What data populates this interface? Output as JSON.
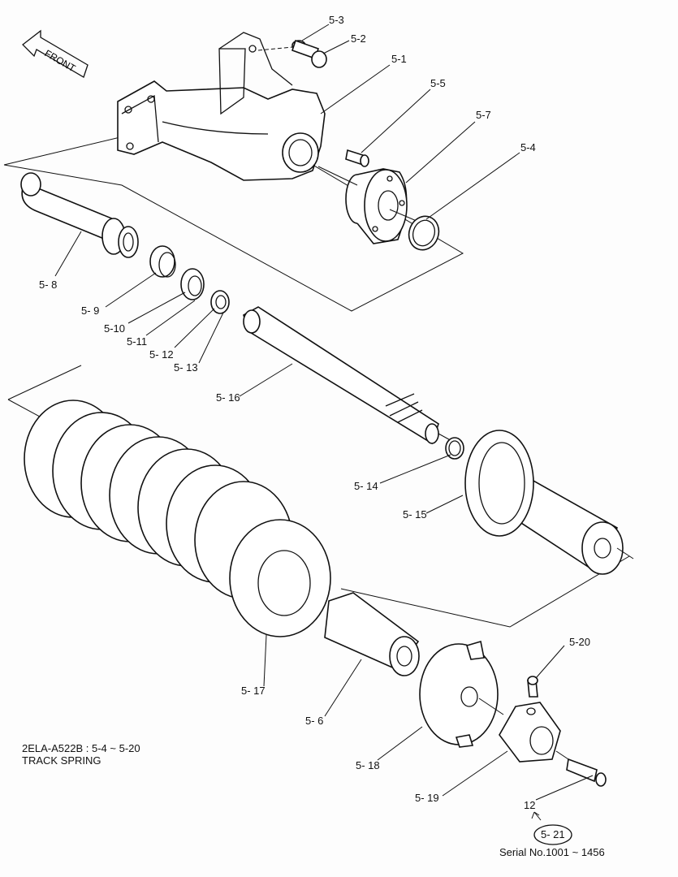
{
  "direction_label": "FRONT",
  "callouts": [
    {
      "id": "c5-3",
      "text": "5-3"
    },
    {
      "id": "c5-2",
      "text": "5-2"
    },
    {
      "id": "c5-1",
      "text": "5-1"
    },
    {
      "id": "c5-5",
      "text": "5-5"
    },
    {
      "id": "c5-7",
      "text": "5-7"
    },
    {
      "id": "c5-4",
      "text": "5-4"
    },
    {
      "id": "c5-8",
      "text": "5- 8"
    },
    {
      "id": "c5-9",
      "text": "5- 9"
    },
    {
      "id": "c5-10",
      "text": "5-10"
    },
    {
      "id": "c5-11",
      "text": "5-11"
    },
    {
      "id": "c5-12",
      "text": "5- 12"
    },
    {
      "id": "c5-13",
      "text": "5- 13"
    },
    {
      "id": "c5-16",
      "text": "5- 16"
    },
    {
      "id": "c5-14",
      "text": "5- 14"
    },
    {
      "id": "c5-15",
      "text": "5- 15"
    },
    {
      "id": "c5-17",
      "text": "5- 17"
    },
    {
      "id": "c5-6",
      "text": "5- 6"
    },
    {
      "id": "c5-20",
      "text": "5-20"
    },
    {
      "id": "c5-18",
      "text": "5- 18"
    },
    {
      "id": "c5-19",
      "text": "5- 19"
    },
    {
      "id": "c12",
      "text": "12"
    }
  ],
  "assembly_note": {
    "line1": "2ELA-A522B : 5-4 ~ 5-20",
    "line2": "TRACK SPRING"
  },
  "group_badge": "5- 21",
  "serial_note": "Serial No.1001 ~ 1456"
}
